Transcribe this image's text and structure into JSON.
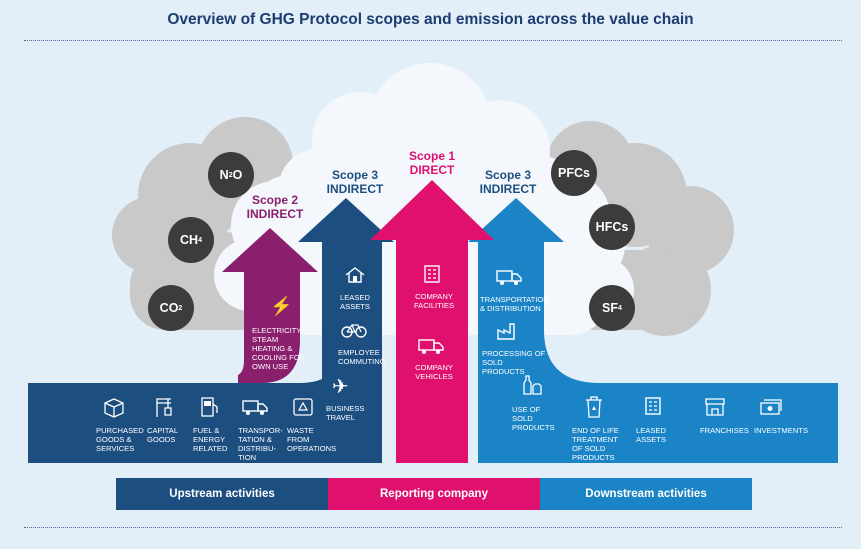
{
  "title": "Overview of GHG Protocol scopes and emission across the value chain",
  "gases_left": [
    {
      "main": "N",
      "sub": "2",
      "tail": "O"
    },
    {
      "main": "CH",
      "sub": "4",
      "tail": ""
    },
    {
      "main": "CO",
      "sub": "2",
      "tail": ""
    }
  ],
  "gases_right": [
    {
      "main": "PFCs",
      "sub": "",
      "tail": ""
    },
    {
      "main": "HFCs",
      "sub": "",
      "tail": ""
    },
    {
      "main": "SF",
      "sub": "4",
      "tail": ""
    }
  ],
  "scopes": {
    "scope2": {
      "line1": "Scope 2",
      "line2": "INDIRECT"
    },
    "scope3_up": {
      "line1": "Scope 3",
      "line2": "INDIRECT"
    },
    "scope1": {
      "line1": "Scope 1",
      "line2": "DIRECT"
    },
    "scope3_down": {
      "line1": "Scope 3",
      "line2": "INDIRECT"
    }
  },
  "scope2_items": [
    {
      "label": "ELECTRICITY STEAM HEATING & COOLING FOR OWN USE",
      "icon": "lightning-icon"
    }
  ],
  "scope3_up_items": [
    {
      "label": "LEASED ASSETS",
      "icon": "house-icon"
    },
    {
      "label": "EMPLOYEE COMMUTING",
      "icon": "bicycle-icon"
    },
    {
      "label": "BUSINESS TRAVEL",
      "icon": "airplane-icon"
    }
  ],
  "scope1_items": [
    {
      "label": "COMPANY FACILITIES",
      "icon": "building-icon"
    },
    {
      "label": "COMPANY VEHICLES",
      "icon": "truck-icon"
    }
  ],
  "scope3_down_items": [
    {
      "label": "TRANSPORTATION & DISTRIBUTION",
      "icon": "truck-icon"
    },
    {
      "label": "PROCESSING OF SOLD PRODUCTS",
      "icon": "factory-icon"
    },
    {
      "label": "USE OF SOLD PRODUCTS",
      "icon": "bottles-icon"
    }
  ],
  "upstream_items": [
    {
      "label": "PURCHASED GOODS & SERVICES",
      "icon": "box-icon"
    },
    {
      "label": "CAPITAL GOODS",
      "icon": "crane-icon"
    },
    {
      "label": "FUEL & ENERGY RELATED",
      "icon": "fuel-pump-icon"
    },
    {
      "label": "TRANSPOR-TATION & DISTRIBU-TION",
      "icon": "truck-icon"
    },
    {
      "label": "WASTE FROM OPERATIONS",
      "icon": "recycle-icon"
    }
  ],
  "downstream_items": [
    {
      "label": "END OF LIFE TREATMENT OF SOLD PRODUCTS",
      "icon": "recycle-bin-icon"
    },
    {
      "label": "LEASED ASSETS",
      "icon": "building-icon"
    },
    {
      "label": "FRANCHISES",
      "icon": "storefront-icon"
    },
    {
      "label": "INVESTMENTS",
      "icon": "money-icon"
    }
  ],
  "bars": {
    "upstream": "Upstream activities",
    "reporting": "Reporting company",
    "downstream": "Downstream activities"
  },
  "colors": {
    "scope2": "#8a1f6e",
    "scope3_up": "#1c4e80",
    "scope1": "#e0106f",
    "scope3_down": "#1a84c7",
    "band_left": "#1a5a92",
    "band_right": "#1a84c7",
    "cloud_grey": "#c9c9c9",
    "cloud_white": "#f4f8fc",
    "title": "#1d3c72"
  }
}
